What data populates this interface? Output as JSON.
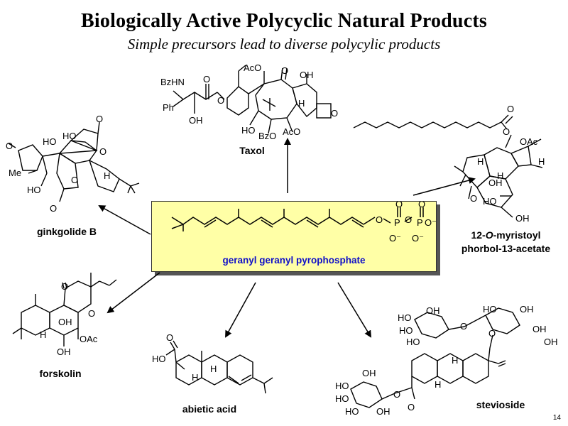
{
  "slide": {
    "title": "Biologically Active Polycyclic Natural Products",
    "subtitle": "Simple precursors lead to diverse polycylic products",
    "page_number": "14"
  },
  "center": {
    "label": "geranyl geranyl pyrophosphate",
    "accent_color": "#1010c8",
    "box_color": "#ffffa6"
  },
  "products": {
    "taxol": "Taxol",
    "ginkgolide": "ginkgolide B",
    "phorbol_line1": "12-",
    "phorbol_italic": "O",
    "phorbol_line1_rest": "-myristoyl",
    "phorbol_line2": "phorbol-13-acetate",
    "forskolin": "forskolin",
    "abietic": "abietic acid",
    "stevioside": "stevioside"
  },
  "atoms": {
    "BzHN": "BzHN",
    "Ph": "Ph",
    "OH": "OH",
    "HO": "HO",
    "AcO": "AcO",
    "O": "O",
    "BzO": "BzO",
    "H": "H",
    "Me": "Me",
    "OAc": "OAc",
    "P": "P",
    "Ominus": "O⁻"
  }
}
